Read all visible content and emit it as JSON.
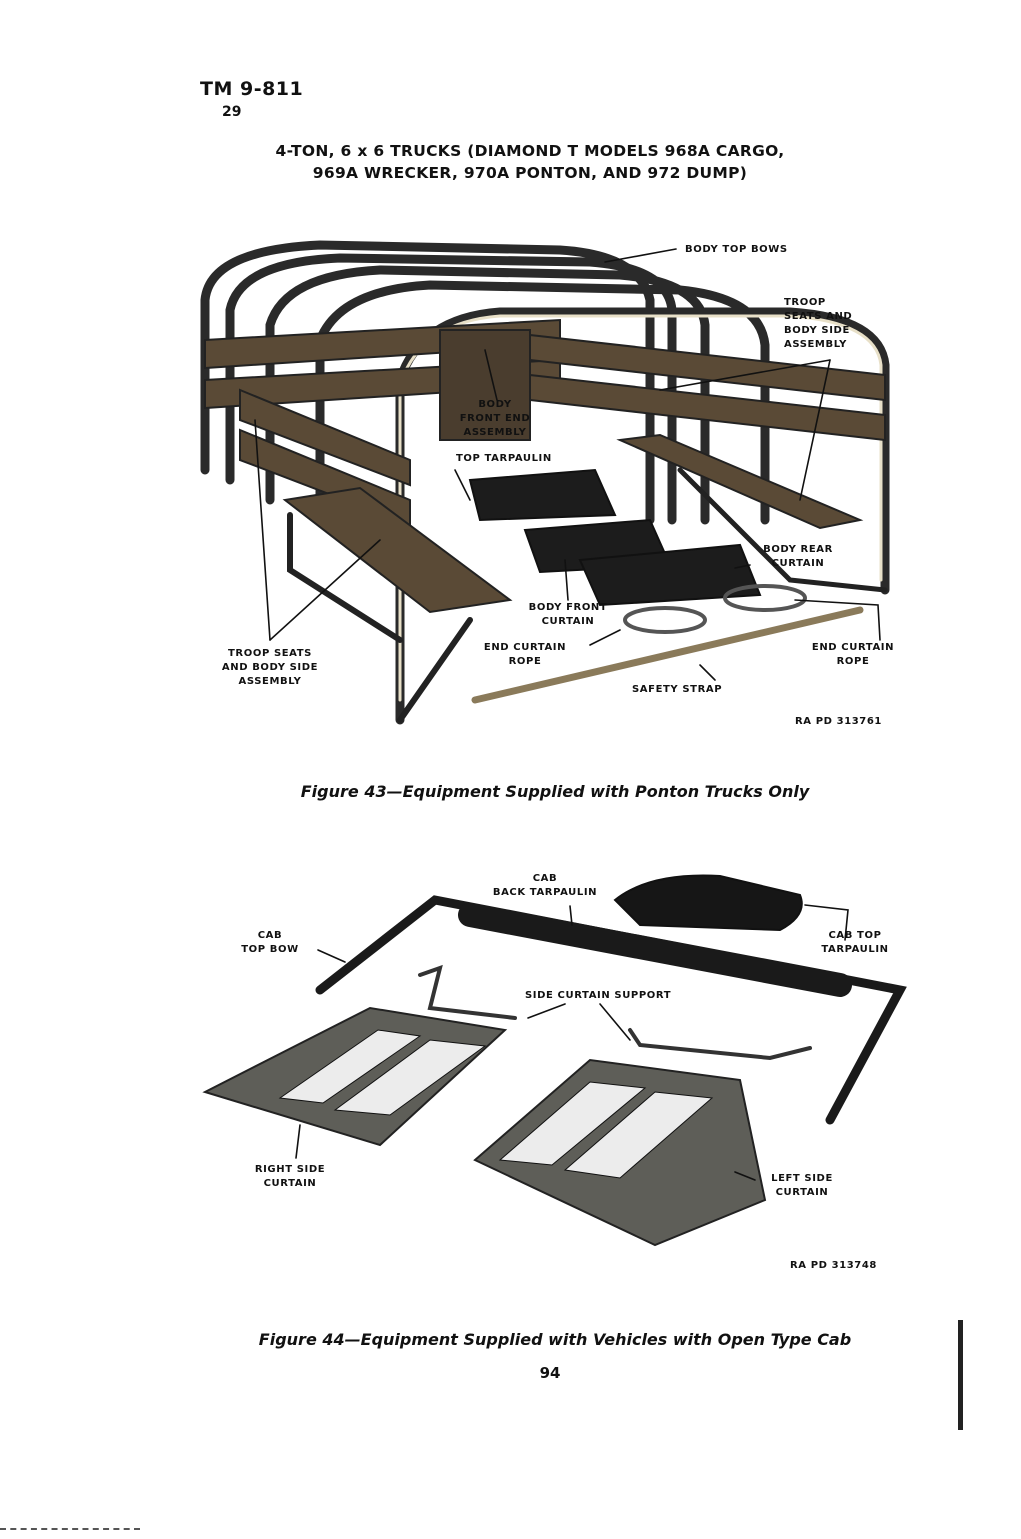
{
  "header": {
    "tm": "TM 9-811",
    "paragraph": "29",
    "title_line1": "4-TON, 6 x 6 TRUCKS (DIAMOND T MODELS 968A CARGO,",
    "title_line2": "969A WRECKER, 970A PONTON, AND 972 DUMP)"
  },
  "figure43": {
    "labels": {
      "body_top_bows": "BODY TOP BOWS",
      "troop_seats_right": [
        "TROOP",
        "SEATS AND",
        "BODY SIDE",
        "ASSEMBLY"
      ],
      "body_front_end": [
        "BODY",
        "FRONT END",
        "ASSEMBLY"
      ],
      "top_tarpaulin": "TOP TARPAULIN",
      "body_rear_curtain": [
        "BODY REAR",
        "CURTAIN"
      ],
      "body_front_curtain": [
        "BODY FRONT",
        "CURTAIN"
      ],
      "end_curtain_rope_left": [
        "END CURTAIN",
        "ROPE"
      ],
      "end_curtain_rope_right": [
        "END CURTAIN",
        "ROPE"
      ],
      "troop_seats_left": [
        "TROOP SEATS",
        "AND BODY SIDE",
        "ASSEMBLY"
      ],
      "safety_strap": "SAFETY STRAP"
    },
    "ref": "RA PD 313761",
    "caption": "Figure 43—Equipment Supplied with Ponton Trucks Only"
  },
  "figure44": {
    "labels": {
      "cab_back_tarpaulin": [
        "CAB",
        "BACK TARPAULIN"
      ],
      "cab_top_bow": [
        "CAB",
        "TOP BOW"
      ],
      "cab_top_tarpaulin": [
        "CAB TOP",
        "TARPAULIN"
      ],
      "side_curtain_support": "SIDE CURTAIN SUPPORT",
      "right_side_curtain": [
        "RIGHT SIDE",
        "CURTAIN"
      ],
      "left_side_curtain": [
        "LEFT SIDE",
        "CURTAIN"
      ]
    },
    "ref": "RA PD 313748",
    "caption": "Figure 44—Equipment Supplied with Vehicles with Open Type Cab"
  },
  "page_number": "94"
}
